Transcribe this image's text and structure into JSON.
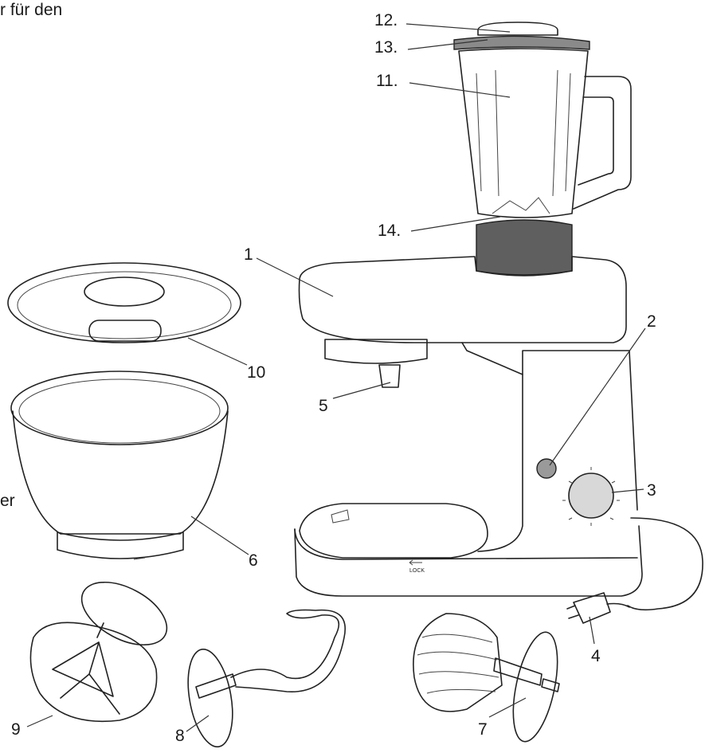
{
  "text_fragments": {
    "top_left": "r für den",
    "mid_left": "er"
  },
  "labels": {
    "1": "1",
    "2": "2",
    "3": "3",
    "4": "4",
    "5": "5",
    "6": "6",
    "7": "7",
    "8": "8",
    "9": "9",
    "10": "10",
    "11": "11.",
    "12": "12.",
    "13": "13.",
    "14": "14."
  },
  "base_marking": "LOCK",
  "colors": {
    "outline": "#222222",
    "jar_base": "#5f5f5f",
    "jar_lid": "#8a8a8a",
    "knob": "#d8d8d8",
    "button": "#9a9a9a"
  }
}
